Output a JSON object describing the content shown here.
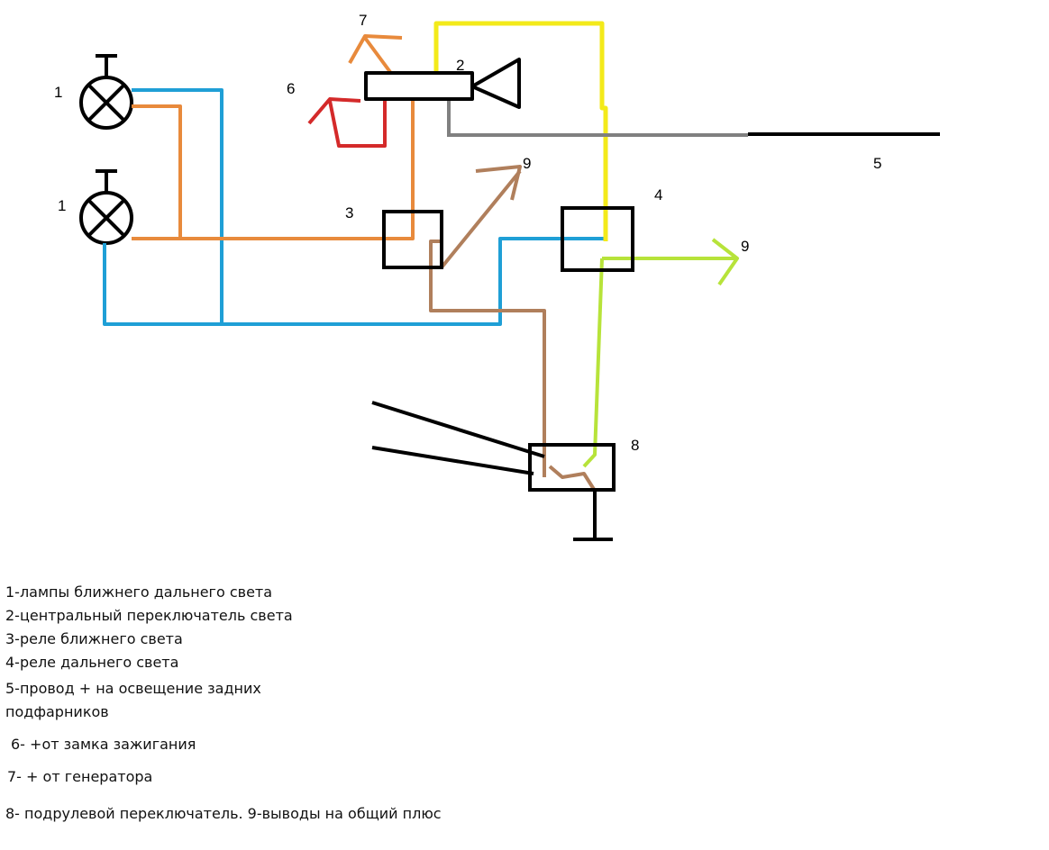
{
  "colors": {
    "wire_blue": "#1f9fd6",
    "wire_orange": "#e88a3c",
    "wire_yellow": "#f3ea1a",
    "wire_red": "#d42a2a",
    "wire_gray": "#808080",
    "wire_brown": "#b07f5c",
    "wire_lime": "#b7e33a",
    "black": "#000000"
  },
  "labels": {
    "lamp_top": "1",
    "lamp_bottom": "1",
    "switch": "2",
    "relay_low": "3",
    "relay_high": "4",
    "rear_wire": "5",
    "ignition": "6",
    "generator": "7",
    "stalk_switch": "8",
    "plus_out_1": "9",
    "plus_out_2": "9"
  },
  "legend": [
    "1-лампы ближнего дальнего света",
    "2-центральный переключатель света",
    "3-реле ближнего света",
    "4-реле дальнего света",
    "5-провод + на освещение задних",
    "подфарников",
    "6- +от замка зажигания",
    "7- + от генератора",
    "8- подрулевой переключатель.  9-выводы на общий плюс"
  ]
}
